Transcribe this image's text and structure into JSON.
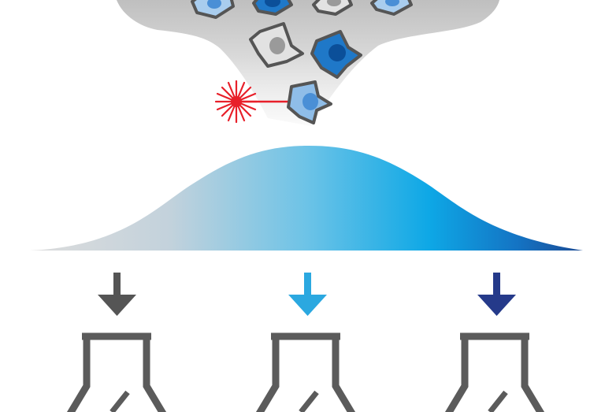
{
  "figure": {
    "type": "cell-sorting-diagram",
    "colors": {
      "background": "#ffffff",
      "stream_light": "#f0f0f0",
      "stream_dark": "#c4c4c4",
      "cell_outline": "#555555",
      "cell_gray_fill": "#e2e2e2",
      "cell_gray_nucleus": "#9a9a9a",
      "cell_light_blue_fill": "#8fbde8",
      "cell_light_blue_nucleus": "#4a8fd6",
      "cell_mid_blue_fill": "#1f78c8",
      "cell_mid_blue_nucleus": "#0b4f99",
      "laser": "#e8202a",
      "curve_gray": "#d3d6d9",
      "curve_light_blue": "#7ec8e8",
      "curve_blue": "#1aa6e0",
      "curve_dark_blue": "#1b4f9c",
      "arrow_gray": "#555555",
      "arrow_light_blue": "#2ba8e0",
      "arrow_dark_blue": "#253a8a",
      "tube": "#5b5b5b"
    },
    "cells": [
      {
        "id": "cell-top-1",
        "shade": "light-blue"
      },
      {
        "id": "cell-top-2",
        "shade": "mid-blue"
      },
      {
        "id": "cell-top-3",
        "shade": "gray"
      },
      {
        "id": "cell-top-4",
        "shade": "light-blue"
      },
      {
        "id": "cell-middle-gray",
        "shade": "gray"
      },
      {
        "id": "cell-middle-blue",
        "shade": "mid-blue"
      },
      {
        "id": "cell-lasered",
        "shade": "light-blue"
      }
    ],
    "sort_gates": [
      {
        "id": "gate-low",
        "arrow_color": "gray"
      },
      {
        "id": "gate-mid",
        "arrow_color": "light-blue"
      },
      {
        "id": "gate-high",
        "arrow_color": "dark-blue"
      }
    ]
  }
}
